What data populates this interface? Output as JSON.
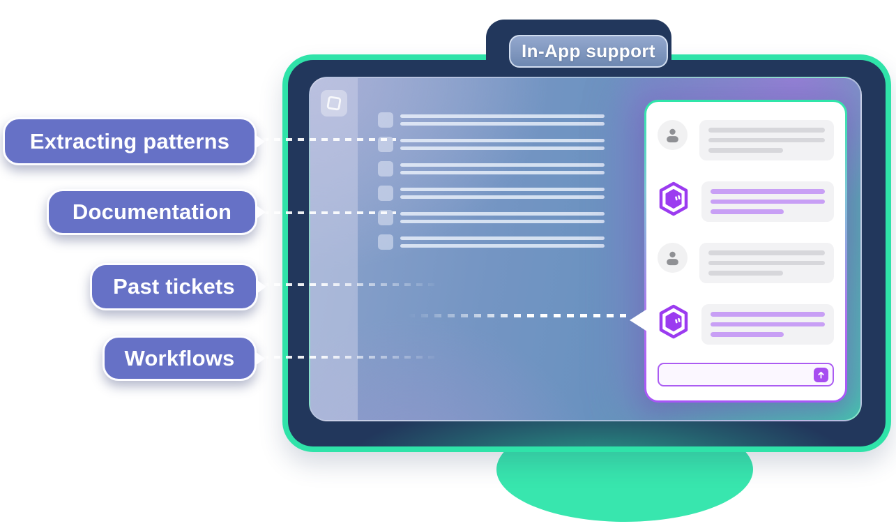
{
  "badge": {
    "label": "In-App support"
  },
  "callouts": [
    {
      "label": "Extracting patterns"
    },
    {
      "label": "Documentation"
    },
    {
      "label": "Past tickets"
    },
    {
      "label": "Workflows"
    }
  ],
  "window": {
    "logo_icon": "diamond-square-logo",
    "document_list": {
      "row_count": 6,
      "lines_per_row": 2
    },
    "chat": {
      "messages": [
        {
          "sender": "user",
          "icon": "person-avatar",
          "lines": 3
        },
        {
          "sender": "bot",
          "icon": "hexagon-bot",
          "lines": 3
        },
        {
          "sender": "user",
          "icon": "person-avatar",
          "lines": 3
        },
        {
          "sender": "bot",
          "icon": "hexagon-bot",
          "lines": 3
        }
      ],
      "input": {
        "value": "",
        "placeholder": "",
        "send_icon": "arrow-up-icon"
      }
    }
  },
  "colors": {
    "teal_accent": "#2fe3a9",
    "navy_frame": "#22375c",
    "callout_purple": "#6671c6",
    "badge_blue": "#7e95bd",
    "bot_purple": "#a74df0",
    "message_purple_line": "#c89ff5",
    "message_gray_line": "#d7d7db",
    "panel_border_top": "#2ee6a8",
    "panel_border_bottom": "#a855f7"
  }
}
